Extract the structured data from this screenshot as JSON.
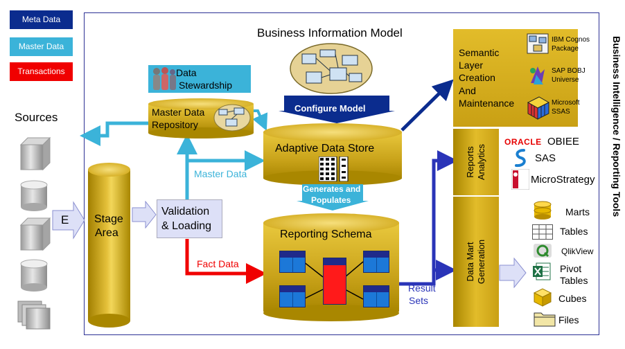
{
  "legend": {
    "meta": {
      "label": "Meta Data",
      "color": "#0b2c8e"
    },
    "master": {
      "label": "Master Data",
      "color": "#3bb3d9"
    },
    "transactions": {
      "label": "Transactions",
      "color": "#f00000"
    }
  },
  "sources": {
    "title": "Sources",
    "extract_label": "E"
  },
  "stage": {
    "line1": "Stage",
    "line2": "Area"
  },
  "validation": {
    "line1": "Validation",
    "line2": "& Loading"
  },
  "bim": {
    "title": "Business Information Model",
    "configure": "Configure Model"
  },
  "stewardship": {
    "line1": "Data",
    "line2": "Stewardship"
  },
  "mdr": {
    "line1": "Master Data",
    "line2": "Repository"
  },
  "ads": {
    "title": "Adaptive Data Store"
  },
  "flows": {
    "master_data": "Master Data",
    "fact_data": "Fact Data",
    "generates1": "Generates and",
    "generates2": "Populates",
    "result1": "Result",
    "result2": "Sets"
  },
  "rs": {
    "title": "Reporting Schema"
  },
  "semantic": {
    "l1": "Semantic",
    "l2": "Layer",
    "l3": "Creation",
    "l4": "And",
    "l5": "Maintenance"
  },
  "sem_tools": [
    {
      "l1": "IBM Cognos",
      "l2": "Package"
    },
    {
      "l1": "SAP BOBJ",
      "l2": "Universe"
    },
    {
      "l1": "Microsoft",
      "l2": "SSAS"
    }
  ],
  "reports": {
    "l1": "Reports",
    "l2": "Analytics"
  },
  "report_tools": {
    "oracle": "ORACLE",
    "obiee": "OBIEE",
    "sas": "SAS",
    "micro": "MicroStrategy"
  },
  "datamart": {
    "l1": "Data Mart",
    "l2": "Generation"
  },
  "outputs": {
    "marts": "Marts",
    "tables": "Tables",
    "qlik": "QlikView",
    "pivot1": "Pivot",
    "pivot2": "Tables",
    "cubes": "Cubes",
    "files": "Files"
  },
  "side_title": "Business Intelligence / Reporting Tools",
  "colors": {
    "gold": "#d4aa17",
    "meta": "#1a2a9a",
    "master": "#3bb3d9",
    "fact": "#f00000",
    "lavender": "#dde0f7"
  }
}
